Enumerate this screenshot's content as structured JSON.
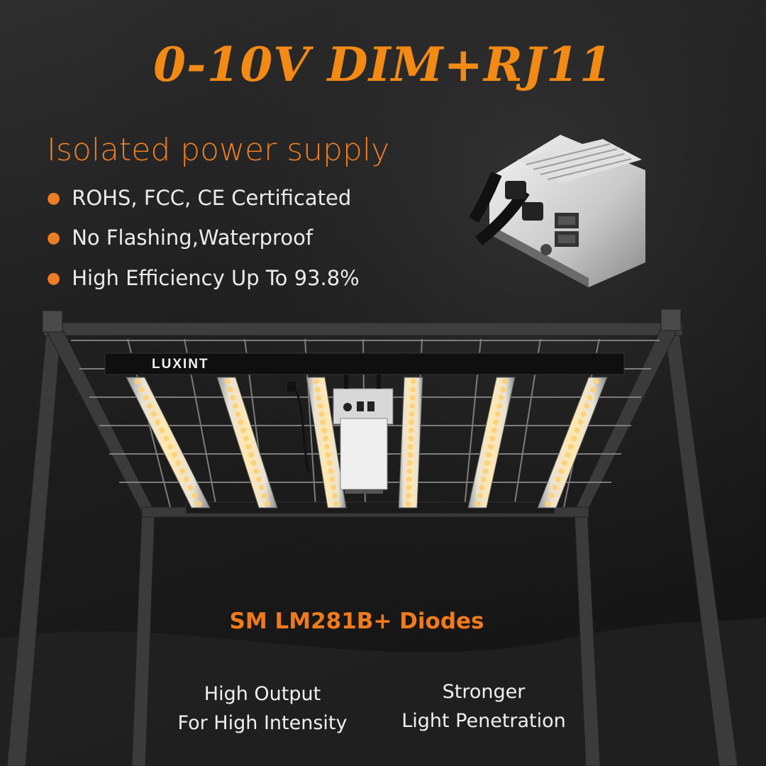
{
  "headline": "0-10V DIM+RJ11",
  "power_supply": {
    "title": "Isolated power supply",
    "bullets": [
      "ROHS, FCC, CE Certificated",
      "No Flashing,Waterproof",
      "High Efficiency Up To 93.8%"
    ]
  },
  "brand_logo": "LUXINT",
  "diodes_title": "SM LM281B+ Diodes",
  "features": [
    {
      "line1": "High Output",
      "line2": "For High Intensity"
    },
    {
      "line1": "Stronger",
      "line2": "Light Penetration"
    }
  ],
  "colors": {
    "accent_orange": "#f38a14",
    "background": "#1c1c1c",
    "led_yellow": "#ffd27a"
  },
  "icons": [
    "bullet-dot-icon",
    "rj11-port-icon",
    "power-cable-icon"
  ]
}
